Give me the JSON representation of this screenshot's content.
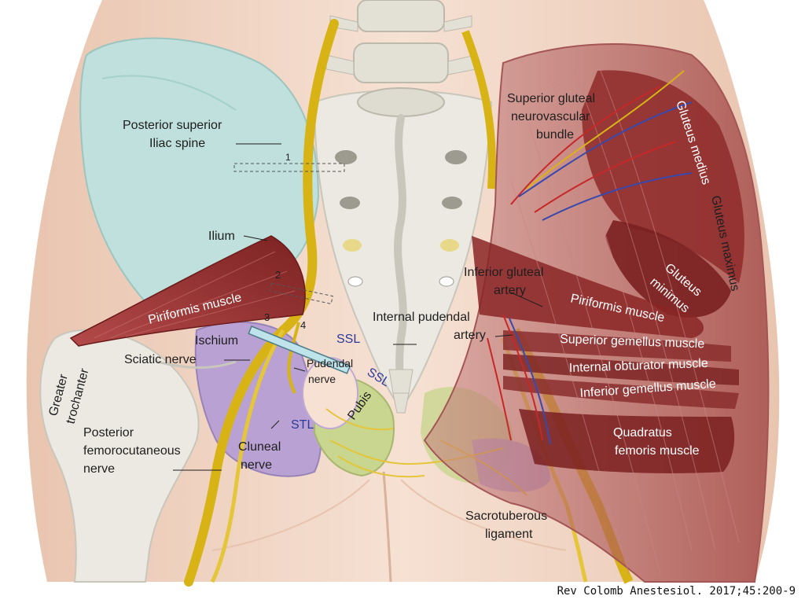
{
  "labels": {
    "psis_1": "Posterior superior",
    "psis_2": "Iliac spine",
    "ilium": "Ilium",
    "piriformis_left": "Piriformis muscle",
    "ischium": "Ischium",
    "sciatic": "Sciatic nerve",
    "greater_troch_1": "Greater",
    "greater_troch_2": "trochanter",
    "post_fem_1": "Posterior",
    "post_fem_2": "femorocutaneous",
    "post_fem_3": "nerve",
    "cluneal_1": "Cluneal",
    "cluneal_2": "nerve",
    "pudendal_1": "Pudendal",
    "pudendal_2": "nerve",
    "pubis": "Pubis",
    "ssl_1": "SSL",
    "ssl_2": "SSL",
    "stl": "STL",
    "num_1": "1",
    "num_2": "2",
    "num_3": "3",
    "num_4": "4",
    "sup_glut_1": "Superior gluteal",
    "sup_glut_2": "neurovascular",
    "sup_glut_3": "bundle",
    "glut_medius": "Gluteus medius",
    "glut_maximus": "Gluteus maximus",
    "glut_minimus_1": "Gluteus",
    "glut_minimus_2": "minimus",
    "inf_glut_1": "Inferior gluteal",
    "inf_glut_2": "artery",
    "int_pud_1": "Internal pudendal",
    "int_pud_2": "artery",
    "piriformis_right": "Piriformis muscle",
    "sup_gemellus": "Superior gemellus muscle",
    "int_obturator": "Internal obturator muscle",
    "inf_gemellus": "Inferior gemellus muscle",
    "quadratus_1": "Quadratus",
    "quadratus_2": "femoris muscle",
    "sacrotub_1": "Sacrotuberous",
    "sacrotub_2": "ligament"
  },
  "citation": "Rev Colomb Anestesiol. 2017;45:200-9",
  "colors": {
    "skin": "#f2d8c7",
    "ilium": "#bfe0dc",
    "bone": "#ebe9e2",
    "bone_shadow": "#c9c6bc",
    "muscle": "#8e2a2a",
    "muscle_light": "#b75656",
    "nerve": "#d8b316",
    "ischium": "#b9a2d3",
    "pubis": "#c9d68f",
    "ligament": "#bfe3ea"
  }
}
